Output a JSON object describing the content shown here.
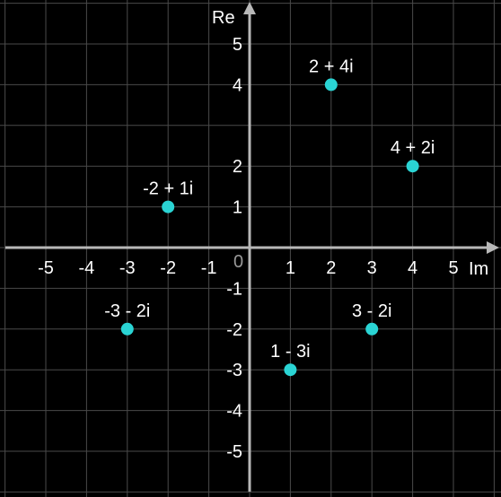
{
  "chart_data": {
    "type": "scatter",
    "title": "",
    "xlabel": "Im",
    "ylabel": "Re",
    "origin_label": "0",
    "xlim": [
      -6,
      6
    ],
    "ylim": [
      -6,
      6
    ],
    "grid": true,
    "x_ticks": [
      -5,
      -4,
      -3,
      -2,
      -1,
      1,
      2,
      3,
      4,
      5
    ],
    "y_ticks": [
      5,
      4,
      2,
      1,
      -1,
      -2,
      -3,
      -4,
      -5
    ],
    "points": [
      {
        "x": 2,
        "y": 4,
        "label": "2 + 4i"
      },
      {
        "x": 4,
        "y": 2,
        "label": "4 + 2i"
      },
      {
        "x": -2,
        "y": 1,
        "label": "-2 + 1i"
      },
      {
        "x": -3,
        "y": -2,
        "label": "-3 - 2i"
      },
      {
        "x": 3,
        "y": -2,
        "label": "3 - 2i"
      },
      {
        "x": 1,
        "y": -3,
        "label": "1 - 3i"
      }
    ],
    "point_color": "#2ad4d4",
    "background": "#000000",
    "grid_color": "#4a4a4a",
    "axis_color": "#b8b8b8",
    "text_color": "#ffffff"
  }
}
